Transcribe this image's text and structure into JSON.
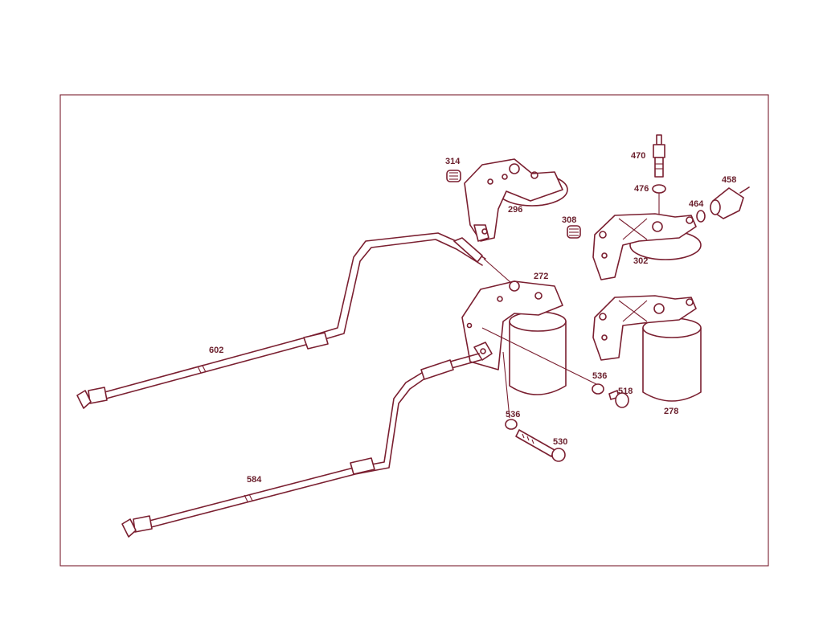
{
  "diagram": {
    "line_color": "#7a1f30",
    "background": "#ffffff",
    "labels": {
      "p314": "314",
      "p296": "296",
      "p308": "308",
      "p470": "470",
      "p476": "476",
      "p458": "458",
      "p464": "464",
      "p302": "302",
      "p272": "272",
      "p536a": "536",
      "p518": "518",
      "p278": "278",
      "p536b": "536",
      "p530": "530",
      "p602": "602",
      "p584": "584"
    }
  }
}
